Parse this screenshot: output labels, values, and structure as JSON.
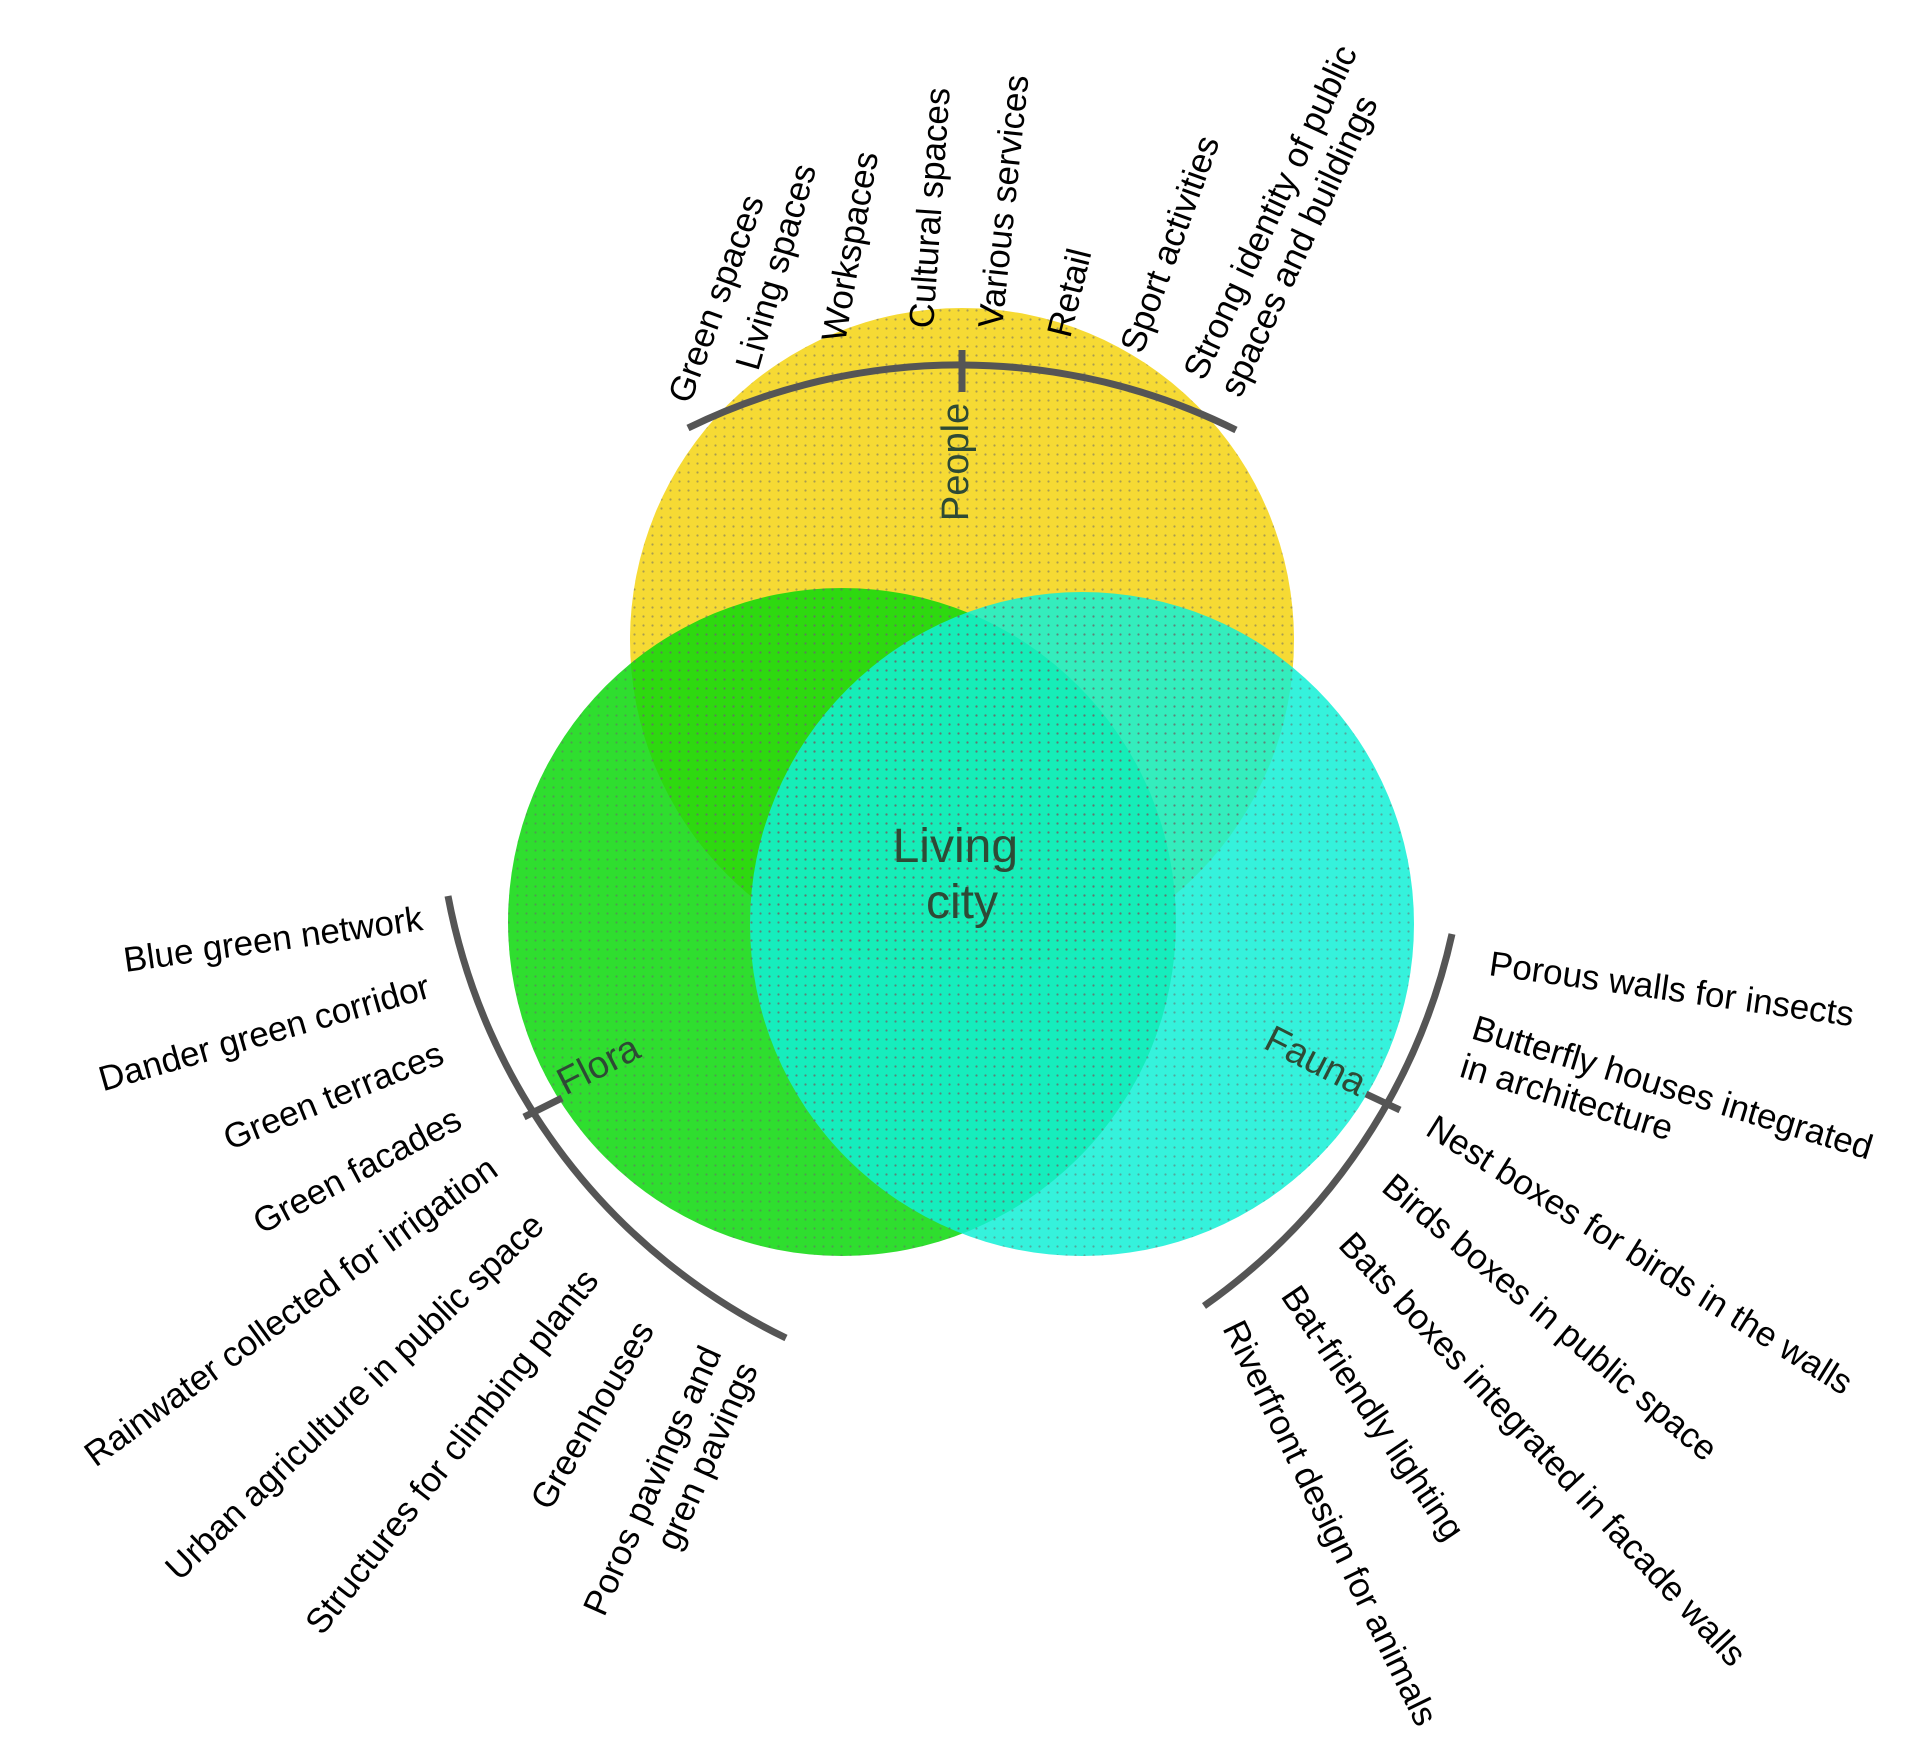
{
  "center_label": [
    "Living",
    "city"
  ],
  "circles": {
    "people": {
      "label": "People",
      "color": "#F5D410"
    },
    "flora": {
      "label": "Flora",
      "color": "#0BD80B"
    },
    "fauna": {
      "label": "Fauna",
      "color": "#12F0D6"
    }
  },
  "people_items": [
    [
      "Green spaces"
    ],
    [
      "Living spaces"
    ],
    [
      "Workspaces"
    ],
    [
      "Cultural spaces"
    ],
    [
      "Various services"
    ],
    [
      "Retail"
    ],
    [
      "Sport activities"
    ],
    [
      "Strong identity of public",
      "spaces and buildings"
    ]
  ],
  "flora_items": [
    [
      "Blue green network"
    ],
    [
      "Dander green corridor"
    ],
    [
      "Green terraces"
    ],
    [
      "Green facades"
    ],
    [
      "Rainwater collected for irrigation"
    ],
    [
      "Urban agriculture in public space"
    ],
    [
      "Structures for climbing plants"
    ],
    [
      "Greenhouses"
    ],
    [
      "Poros pavings and",
      "gren pavings"
    ]
  ],
  "fauna_items": [
    [
      "Porous walls for insects"
    ],
    [
      "Butterfly houses integrated",
      "in architecture"
    ],
    [
      "Nest boxes for birds in the walls"
    ],
    [
      "Birds boxes in public space"
    ],
    [
      "Bats boxes integrated in facade walls"
    ],
    [
      "Bat-friendly lighting"
    ],
    [
      "Riverfront design for animals"
    ]
  ],
  "colors": {
    "arc": "#555555",
    "label_text": "#2E4A35",
    "dot": "#6A6A6A"
  }
}
